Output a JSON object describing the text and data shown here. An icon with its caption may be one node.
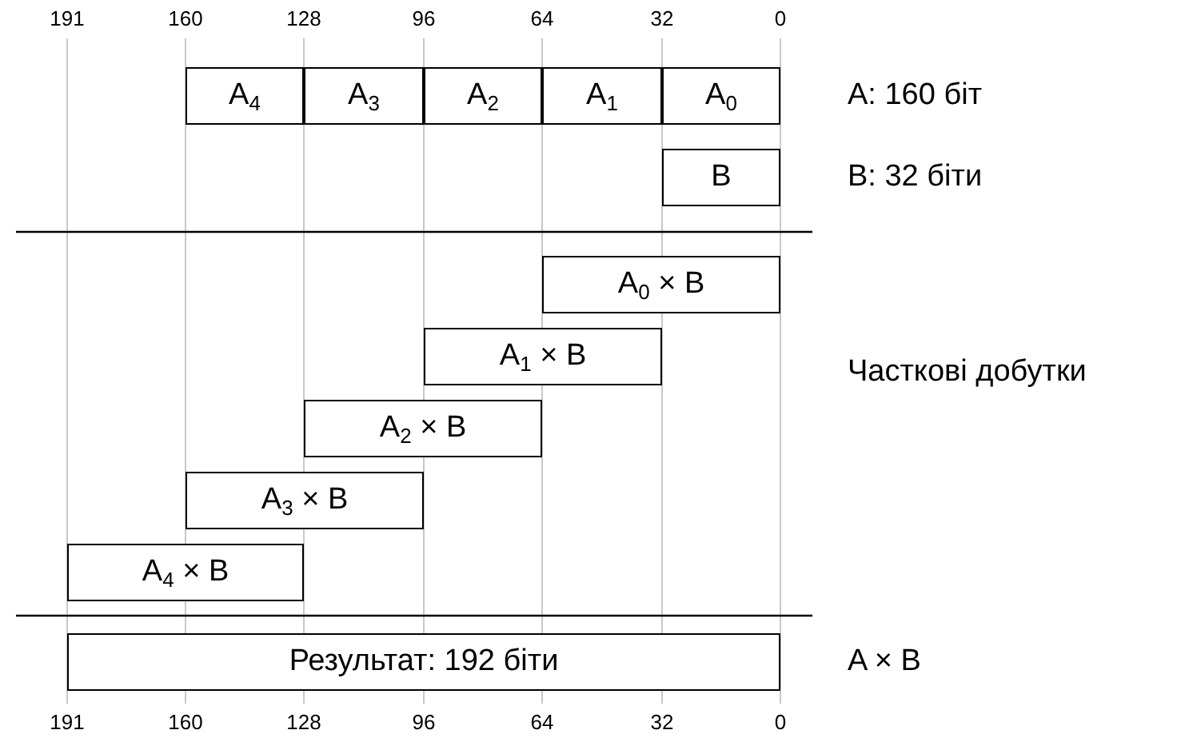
{
  "diagram": {
    "nodes": [
      {
        "text": [
          "A$_{4}$"
        ]
      },
      {
        "text": [
          "A$_{3}$"
        ]
      },
      {
        "text": [
          "A$_{2}$"
        ]
      },
      {
        "text": [
          "A$_{1}$"
        ]
      },
      {
        "text": [
          "A$_{0}$"
        ]
      },
      {
        "text": [
          "B"
        ]
      },
      {
        "text": [
          "A$_{0}$ × B"
        ]
      },
      {
        "text": [
          "A$_{1}$ × B"
        ]
      },
      {
        "text": [
          "A$_{2}$ × B"
        ]
      },
      {
        "text": [
          "A$_{3}$ × B"
        ]
      },
      {
        "text": [
          "A$_{4}$ × B"
        ]
      },
      {
        "text": [
          "Результат: 192 біти"
        ]
      }
    ],
    "edges": [],
    "labels": [
      "191",
      "160",
      "128",
      "96",
      "64",
      "32",
      "0",
      "A: 160 біт",
      "B: 32 біти",
      "Часткові добутки",
      "A × B",
      "191",
      "160",
      "128",
      "96",
      "64",
      "32",
      "0"
    ]
  }
}
